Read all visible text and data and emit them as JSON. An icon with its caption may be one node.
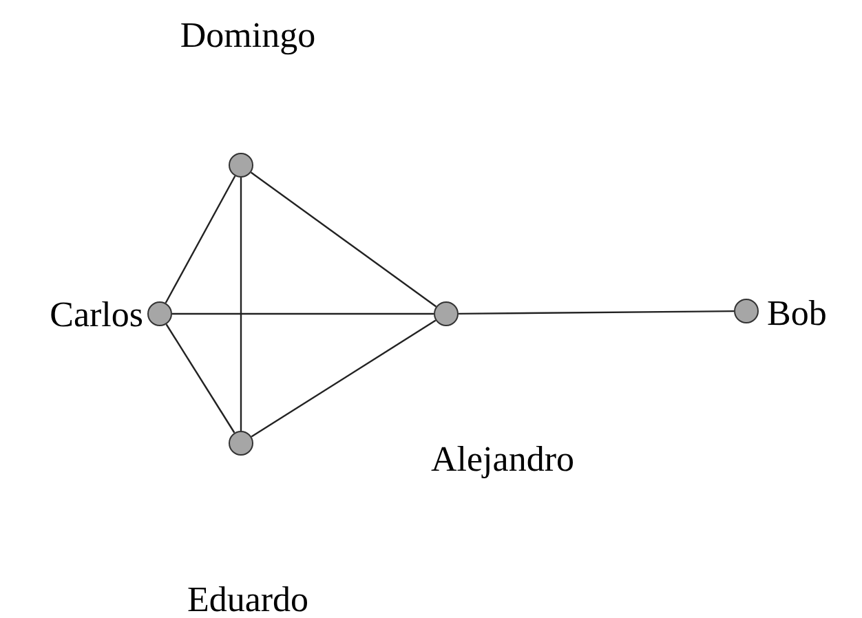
{
  "diagram": {
    "nodes": [
      {
        "text": [],
        "shape": "circle",
        "beside": [
          "Domingo"
        ]
      },
      {
        "text": [],
        "shape": "circle",
        "beside": [
          "Carlos"
        ]
      },
      {
        "text": [],
        "shape": "circle",
        "beside": [
          "Alejandro"
        ]
      },
      {
        "text": [],
        "shape": "circle",
        "beside": [
          "Bob"
        ]
      },
      {
        "text": [],
        "shape": "circle",
        "beside": [
          "Eduardo"
        ]
      }
    ],
    "edges": [
      {
        "from": 1,
        "to": 0,
        "arrow": "none"
      },
      {
        "from": 1,
        "to": 4,
        "arrow": "none"
      },
      {
        "from": 1,
        "to": 2,
        "arrow": "none"
      },
      {
        "from": 0,
        "to": 4,
        "arrow": "none"
      },
      {
        "from": 0,
        "to": 2,
        "arrow": "none"
      },
      {
        "from": 4,
        "to": 2,
        "arrow": "none"
      },
      {
        "from": 2,
        "to": 3,
        "arrow": "none"
      }
    ]
  }
}
